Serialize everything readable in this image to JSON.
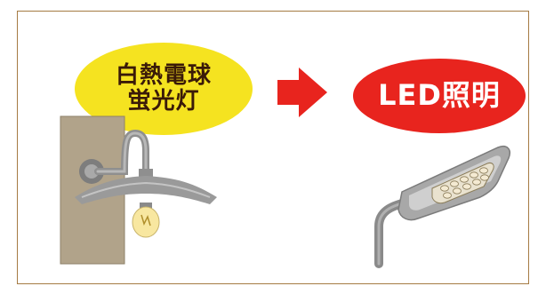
{
  "old_lighting": {
    "line1": "白熱電球",
    "line2": "蛍光灯"
  },
  "new_lighting": {
    "label": "LED照明"
  },
  "colors": {
    "border": "#a57b43",
    "yellow_bubble": "#f5e320",
    "red_bubble": "#e8241e",
    "arrow": "#e8241e",
    "wall": "#b1a38a"
  },
  "icons": [
    "right-arrow-icon",
    "wall-lamp-icon",
    "light-bulb-icon",
    "led-street-light-icon"
  ]
}
